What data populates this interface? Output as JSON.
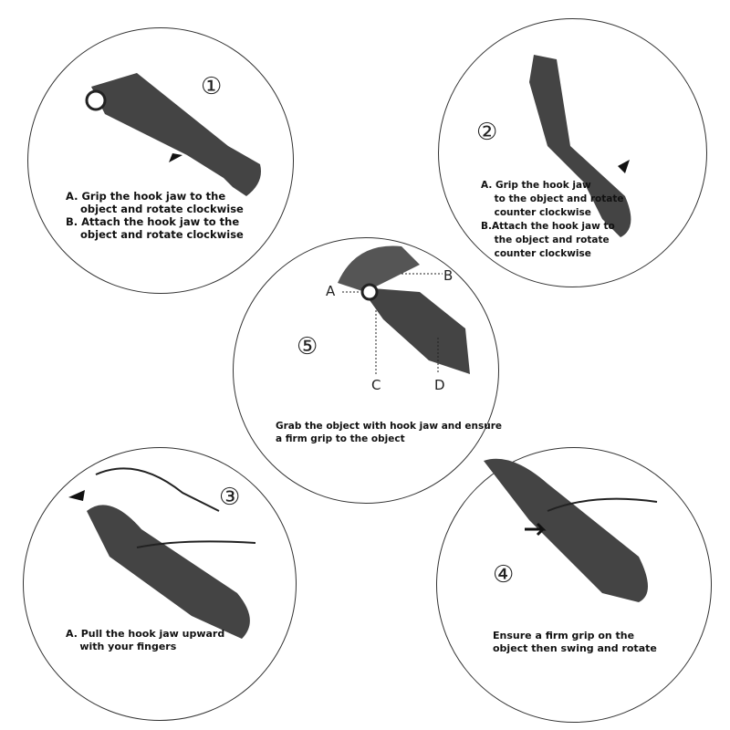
{
  "steps": [
    {
      "number": "①",
      "text": "A. Grip the hook jaw to the\n    object and rotate clockwise\nB. Attach the hook jaw to the\n    object and rotate clockwise"
    },
    {
      "number": "②",
      "text": "A. Grip the hook jaw\n    to the object and rotate\n    counter clockwise\nB.Attach the hook jaw to\n    the object and rotate\n    counter clockwise"
    },
    {
      "number": "⑤",
      "text": "Grab the object with hook jaw and ensure\na firm grip to the object",
      "labels": [
        "A",
        "B",
        "C",
        "D"
      ]
    },
    {
      "number": "③",
      "text": "A. Pull the hook jaw upward\n    with your fingers"
    },
    {
      "number": "④",
      "text": "Ensure a firm grip on the\nobject then swing and rotate"
    }
  ]
}
